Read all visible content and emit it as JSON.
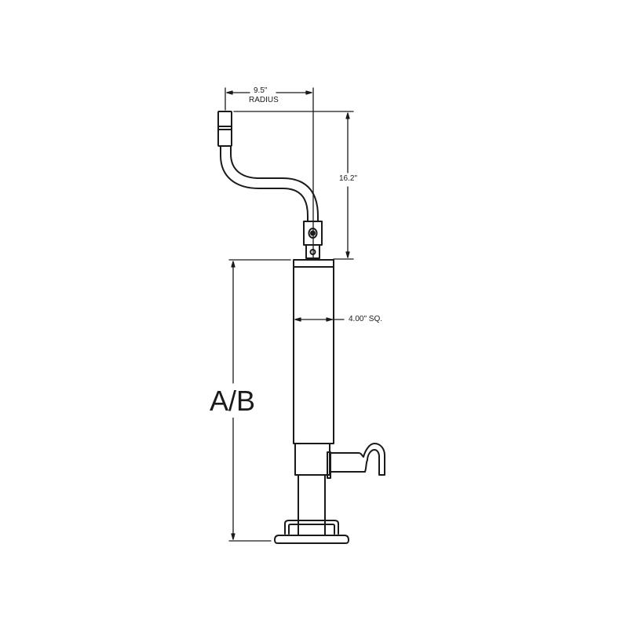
{
  "diagram": {
    "subject": "Square tongue jack with swivel side-wind handle and foot plate",
    "stroke_color": "#1a1a1a",
    "background": "#ffffff"
  },
  "dimensions": {
    "handle_radius": {
      "value": "9.5\"",
      "label": "RADIUS"
    },
    "handle_height": {
      "value": "16.2\""
    },
    "tube_size": {
      "value": "4.00\" SQ."
    },
    "overall_height": {
      "value": "A/B"
    }
  }
}
